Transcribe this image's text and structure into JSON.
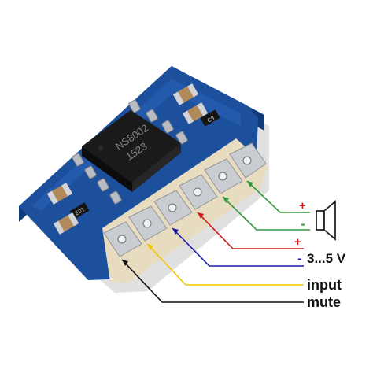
{
  "chip": {
    "marking_line1": "NS8002",
    "marking_line2": "1523"
  },
  "components": {
    "capacitor_label": "C8",
    "resistor_label": "E01"
  },
  "pins": [
    {
      "name": "mute",
      "wire_color": "#111111"
    },
    {
      "name": "input",
      "wire_color": "#f5c400"
    },
    {
      "name": "supply_minus",
      "wire_color": "#1a1aa8"
    },
    {
      "name": "supply_plus",
      "wire_color": "#d11a1a"
    },
    {
      "name": "speaker_minus",
      "wire_color": "#2e9a3a"
    },
    {
      "name": "speaker_plus",
      "wire_color": "#2e9a3a"
    }
  ],
  "labels": {
    "speaker_plus_sign": "+",
    "speaker_minus_sign": "-",
    "supply_plus_sign": "+",
    "supply_minus_sign": "-",
    "supply_voltage": "3...5 V",
    "input": "input",
    "mute": "mute"
  },
  "icons": {
    "speaker": "speaker-icon"
  },
  "colors": {
    "pcb_blue": "#1c4f9c",
    "pcb_edge": "#103a78",
    "pad_silver": "#c9ccd1",
    "chip_body": "#1a1a1a",
    "plus_sign": "#d11a1a",
    "minus_sign_speaker": "#2e9a3a",
    "minus_sign_supply": "#1a1aa8"
  }
}
